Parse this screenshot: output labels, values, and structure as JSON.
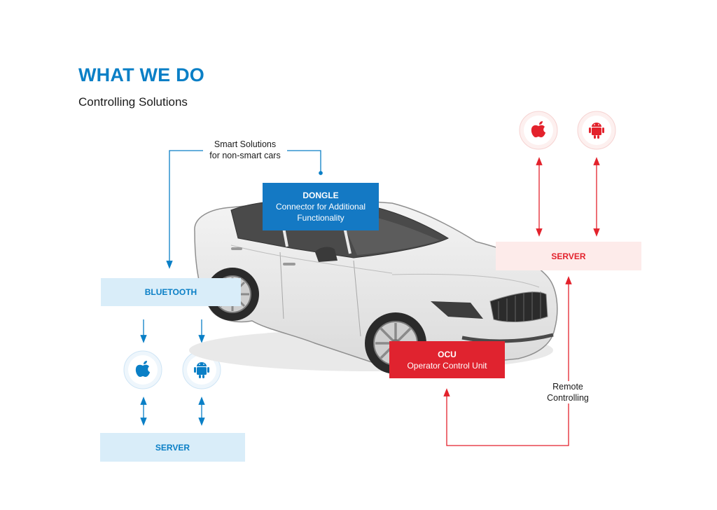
{
  "header": {
    "title": "WHAT WE DO",
    "subtitle": "Controlling Solutions"
  },
  "notes": {
    "smart_line1": "Smart Solutions",
    "smart_line2": "for non-smart cars",
    "remote_line1": "Remote",
    "remote_line2": "Controlling"
  },
  "dongle": {
    "title": "DONGLE",
    "line1": "Connector for Additional",
    "line2": "Functionality"
  },
  "ocu": {
    "title": "OCU",
    "desc": "Operator Control Unit"
  },
  "bluetooth": {
    "label": "BLUETOOTH"
  },
  "left_server": {
    "label": "SERVER"
  },
  "right_server": {
    "label": "SERVER"
  },
  "icons": [
    "apple-icon",
    "android-icon",
    "bluetooth-icon"
  ],
  "colors": {
    "blue": "#0a7fc6",
    "blue_box": "#1479c4",
    "blue_light": "#d9edf9",
    "red": "#e3222c",
    "red_light": "#fdebea"
  }
}
